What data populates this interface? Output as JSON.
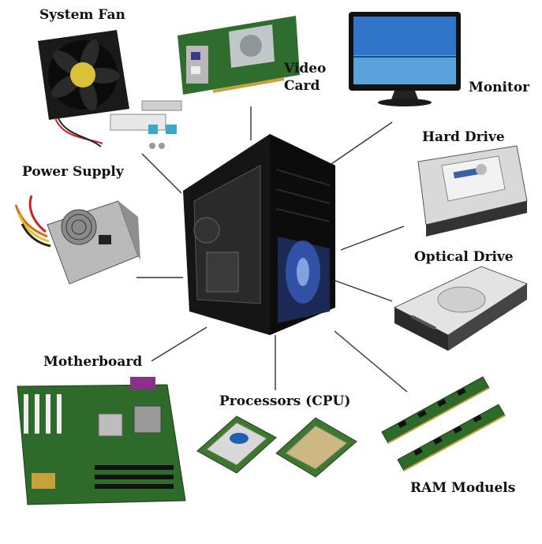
{
  "labels": {
    "system_fan": "System Fan",
    "video_card_line1": "Video",
    "video_card_line2": "Card",
    "monitor": "Monitor",
    "hard_drive": "Hard Drive",
    "power_supply": "Power Supply",
    "optical_drive": "Optical Drive",
    "motherboard": "Motherboard",
    "processors": "Processors (CPU)",
    "ram": "RAM Moduels"
  },
  "icons": [
    "system-fan-icon",
    "video-card-icon",
    "monitor-icon",
    "hard-drive-icon",
    "power-supply-icon",
    "optical-drive-icon",
    "motherboard-icon",
    "cpu-icon",
    "ram-icon",
    "computer-case-icon"
  ],
  "colors": {
    "line": "#333333",
    "case": "#151515",
    "case_glow": "#3a63c9",
    "pcb_green": "#2e6b2a",
    "monitor_sky": "#2f74c8"
  }
}
